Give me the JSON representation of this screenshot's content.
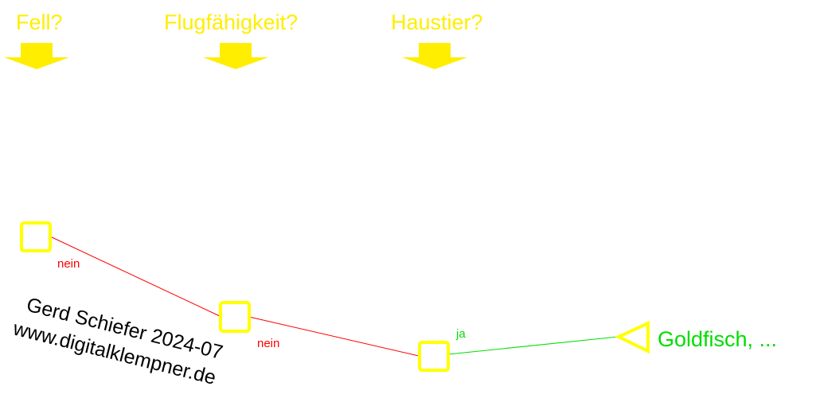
{
  "colors": {
    "question": "#ffee00",
    "node_stroke": "#ffff00",
    "no_edge": "#ff0000",
    "yes_edge": "#00dd00",
    "credit": "#000000"
  },
  "questions": [
    {
      "label": "Fell?",
      "icon": "arrow-down-icon"
    },
    {
      "label": "Flugfähigkeit?",
      "icon": "arrow-down-icon"
    },
    {
      "label": "Haustier?",
      "icon": "arrow-down-icon"
    }
  ],
  "edges": [
    {
      "label": "nein",
      "answer": "no"
    },
    {
      "label": "nein",
      "answer": "no"
    },
    {
      "label": "ja",
      "answer": "yes"
    }
  ],
  "leaf": {
    "label": "Goldfisch, ..."
  },
  "credit": {
    "line1": "Gerd Schiefer 2024-07",
    "line2": "www.digitalklempner.de"
  }
}
